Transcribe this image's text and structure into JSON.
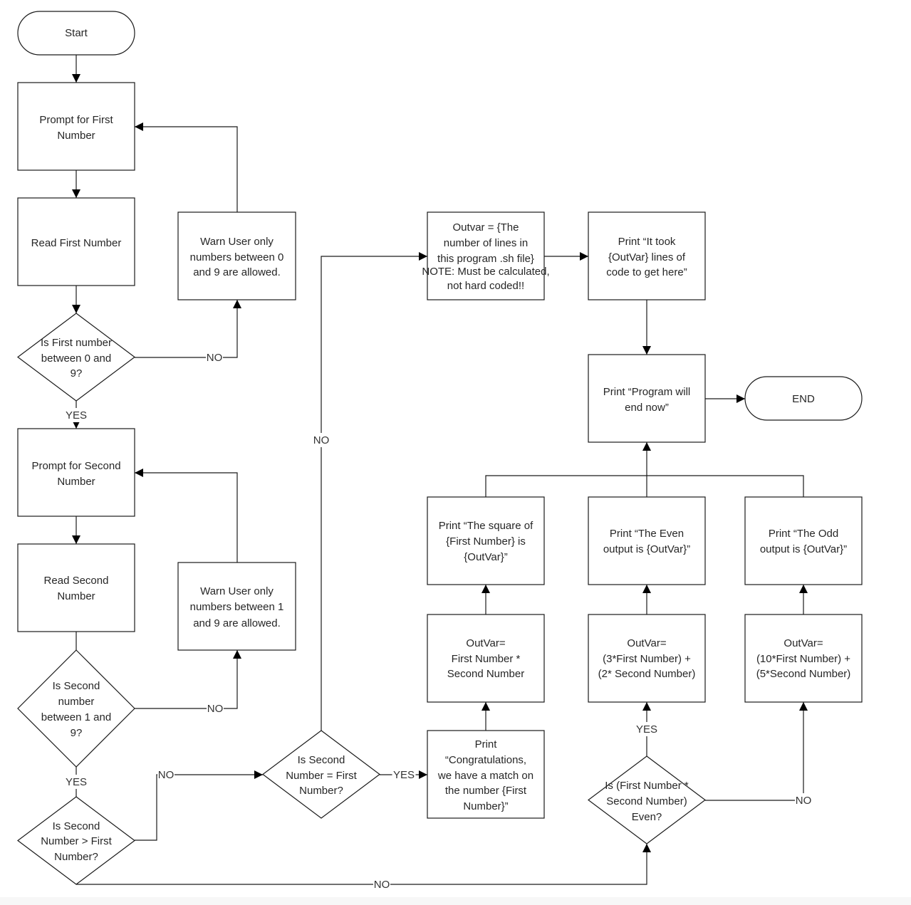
{
  "nodes": [
    {
      "id": "start",
      "lines": [
        "Start"
      ]
    },
    {
      "id": "prompt-first",
      "lines": [
        "Prompt for First",
        "Number"
      ]
    },
    {
      "id": "read-first",
      "lines": [
        "Read First Number"
      ]
    },
    {
      "id": "check-first",
      "lines": [
        "Is First number",
        "between 0 and",
        "9?"
      ]
    },
    {
      "id": "warn-first",
      "lines": [
        "Warn User only",
        "numbers between 0",
        "and 9 are allowed."
      ]
    },
    {
      "id": "prompt-second",
      "lines": [
        "Prompt for Second",
        "Number"
      ]
    },
    {
      "id": "read-second",
      "lines": [
        "Read Second",
        "Number"
      ]
    },
    {
      "id": "check-second",
      "lines": [
        "Is Second",
        "number",
        "between 1 and",
        "9?"
      ]
    },
    {
      "id": "warn-second",
      "lines": [
        "Warn User only",
        "numbers between 1",
        "and 9 are allowed."
      ]
    },
    {
      "id": "check-greater",
      "lines": [
        "Is Second",
        "Number > First",
        "Number?"
      ]
    },
    {
      "id": "check-equal",
      "lines": [
        "Is Second",
        "Number = First",
        "Number?"
      ]
    },
    {
      "id": "outvar-lines",
      "lines": [
        "Outvar = {The",
        "number of lines in",
        "this program .sh file}",
        "NOTE: Must be calculated,",
        "not hard coded!!"
      ]
    },
    {
      "id": "print-took",
      "lines": [
        "Print “It took",
        "{OutVar} lines of",
        "code to get here”"
      ]
    },
    {
      "id": "print-end",
      "lines": [
        "Print “Program will",
        "end now”"
      ]
    },
    {
      "id": "end",
      "lines": [
        "END"
      ]
    },
    {
      "id": "print-congrats",
      "lines": [
        "Print",
        "“Congratulations,",
        "we have a match on",
        "the number {First",
        "Number}”"
      ]
    },
    {
      "id": "outvar-square",
      "lines": [
        "OutVar=",
        "First Number *",
        "Second Number"
      ]
    },
    {
      "id": "print-square",
      "lines": [
        "Print “The square of",
        "{First Number} is",
        "{OutVar}”"
      ]
    },
    {
      "id": "check-even",
      "lines": [
        "Is (First Number *",
        "Second Number)",
        "Even?"
      ]
    },
    {
      "id": "outvar-even",
      "lines": [
        "OutVar=",
        "(3*First Number) +",
        "(2* Second Number)"
      ]
    },
    {
      "id": "print-even",
      "lines": [
        "Print “The Even",
        "output is {OutVar}”"
      ]
    },
    {
      "id": "outvar-odd",
      "lines": [
        "OutVar=",
        "(10*First Number) +",
        "(5*Second Number)"
      ]
    },
    {
      "id": "print-odd",
      "lines": [
        "Print “The Odd",
        "output is {OutVar}”"
      ]
    }
  ],
  "edge_labels": {
    "no": "NO",
    "yes": "YES"
  }
}
